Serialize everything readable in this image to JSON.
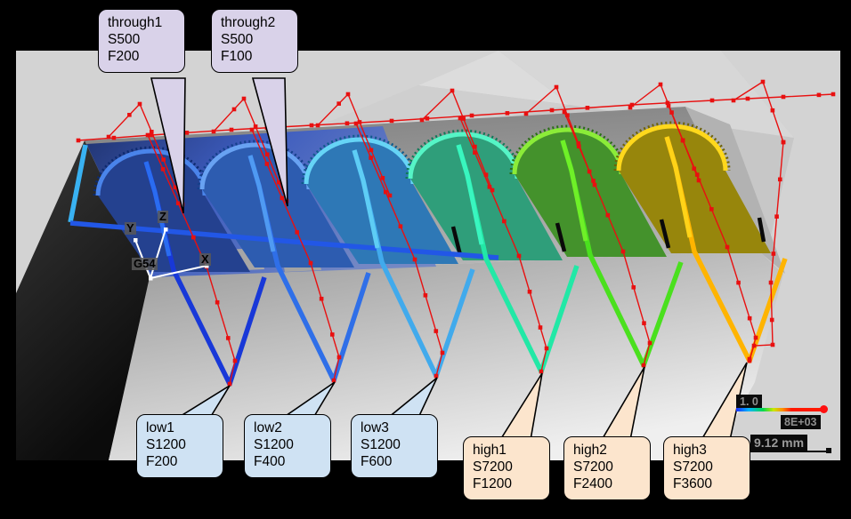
{
  "viewport": {
    "background": "#d3d3d3"
  },
  "axis_triad": {
    "x_label": "X",
    "y_label": "Y",
    "z_label": "Z",
    "origin_label": "G54"
  },
  "legend": {
    "feed_min": "1. 0",
    "feed_max": "8E+03",
    "scale_length": "9.12 mm"
  },
  "colors": {
    "rapid_move": "#e81010",
    "callout_through_bg": "#d9d2e9",
    "callout_low_bg": "#cfe2f3",
    "callout_high_bg": "#fce5cd",
    "toolpath_colors": [
      "#1838d8",
      "#2f6fe8",
      "#41aaec",
      "#22e8a6",
      "#4ae01e",
      "#ffb400"
    ]
  },
  "callouts": [
    {
      "id": "through1",
      "type": "through",
      "name": "through1",
      "spindle": "S500",
      "feed": "F200"
    },
    {
      "id": "through2",
      "type": "through",
      "name": "through2",
      "spindle": "S500",
      "feed": "F100"
    },
    {
      "id": "low1",
      "type": "low",
      "name": "low1",
      "spindle": "S1200",
      "feed": "F200"
    },
    {
      "id": "low2",
      "type": "low",
      "name": "low2",
      "spindle": "S1200",
      "feed": "F400"
    },
    {
      "id": "low3",
      "type": "low",
      "name": "low3",
      "spindle": "S1200",
      "feed": "F600"
    },
    {
      "id": "high1",
      "type": "high",
      "name": "high1",
      "spindle": "S7200",
      "feed": "F1200"
    },
    {
      "id": "high2",
      "type": "high",
      "name": "high2",
      "spindle": "S7200",
      "feed": "F2400"
    },
    {
      "id": "high3",
      "type": "high",
      "name": "high3",
      "spindle": "S7200",
      "feed": "F3600"
    }
  ]
}
